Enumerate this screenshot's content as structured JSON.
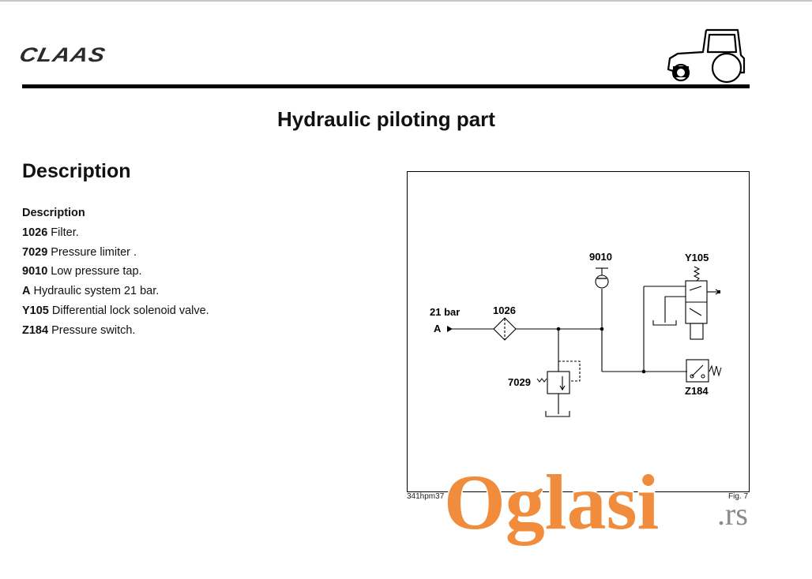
{
  "header": {
    "brand": "CLAAS"
  },
  "title": "Hydraulic piloting part",
  "section_title": "Description",
  "description": {
    "heading": "Description",
    "items": [
      {
        "code": "1026",
        "text": "Filter."
      },
      {
        "code": "7029",
        "text": "Pressure limiter ."
      },
      {
        "code": "9010",
        "text": "Low pressure tap."
      },
      {
        "code": "A",
        "text": "Hydraulic system 21 bar."
      },
      {
        "code": "Y105",
        "text": "Differential lock solenoid valve."
      },
      {
        "code": "Z184",
        "text": "Pressure switch."
      }
    ]
  },
  "figure": {
    "labels": {
      "pressure": "21 bar",
      "port": "A",
      "filter": "1026",
      "tap": "9010",
      "limiter": "7029",
      "valve": "Y105",
      "switch": "Z184"
    },
    "code": "341hpm37",
    "fig_label": "Fig. 7"
  },
  "watermark": {
    "text": "Oglasi",
    "suffix": ".rs",
    "color": "#f08c3c"
  }
}
